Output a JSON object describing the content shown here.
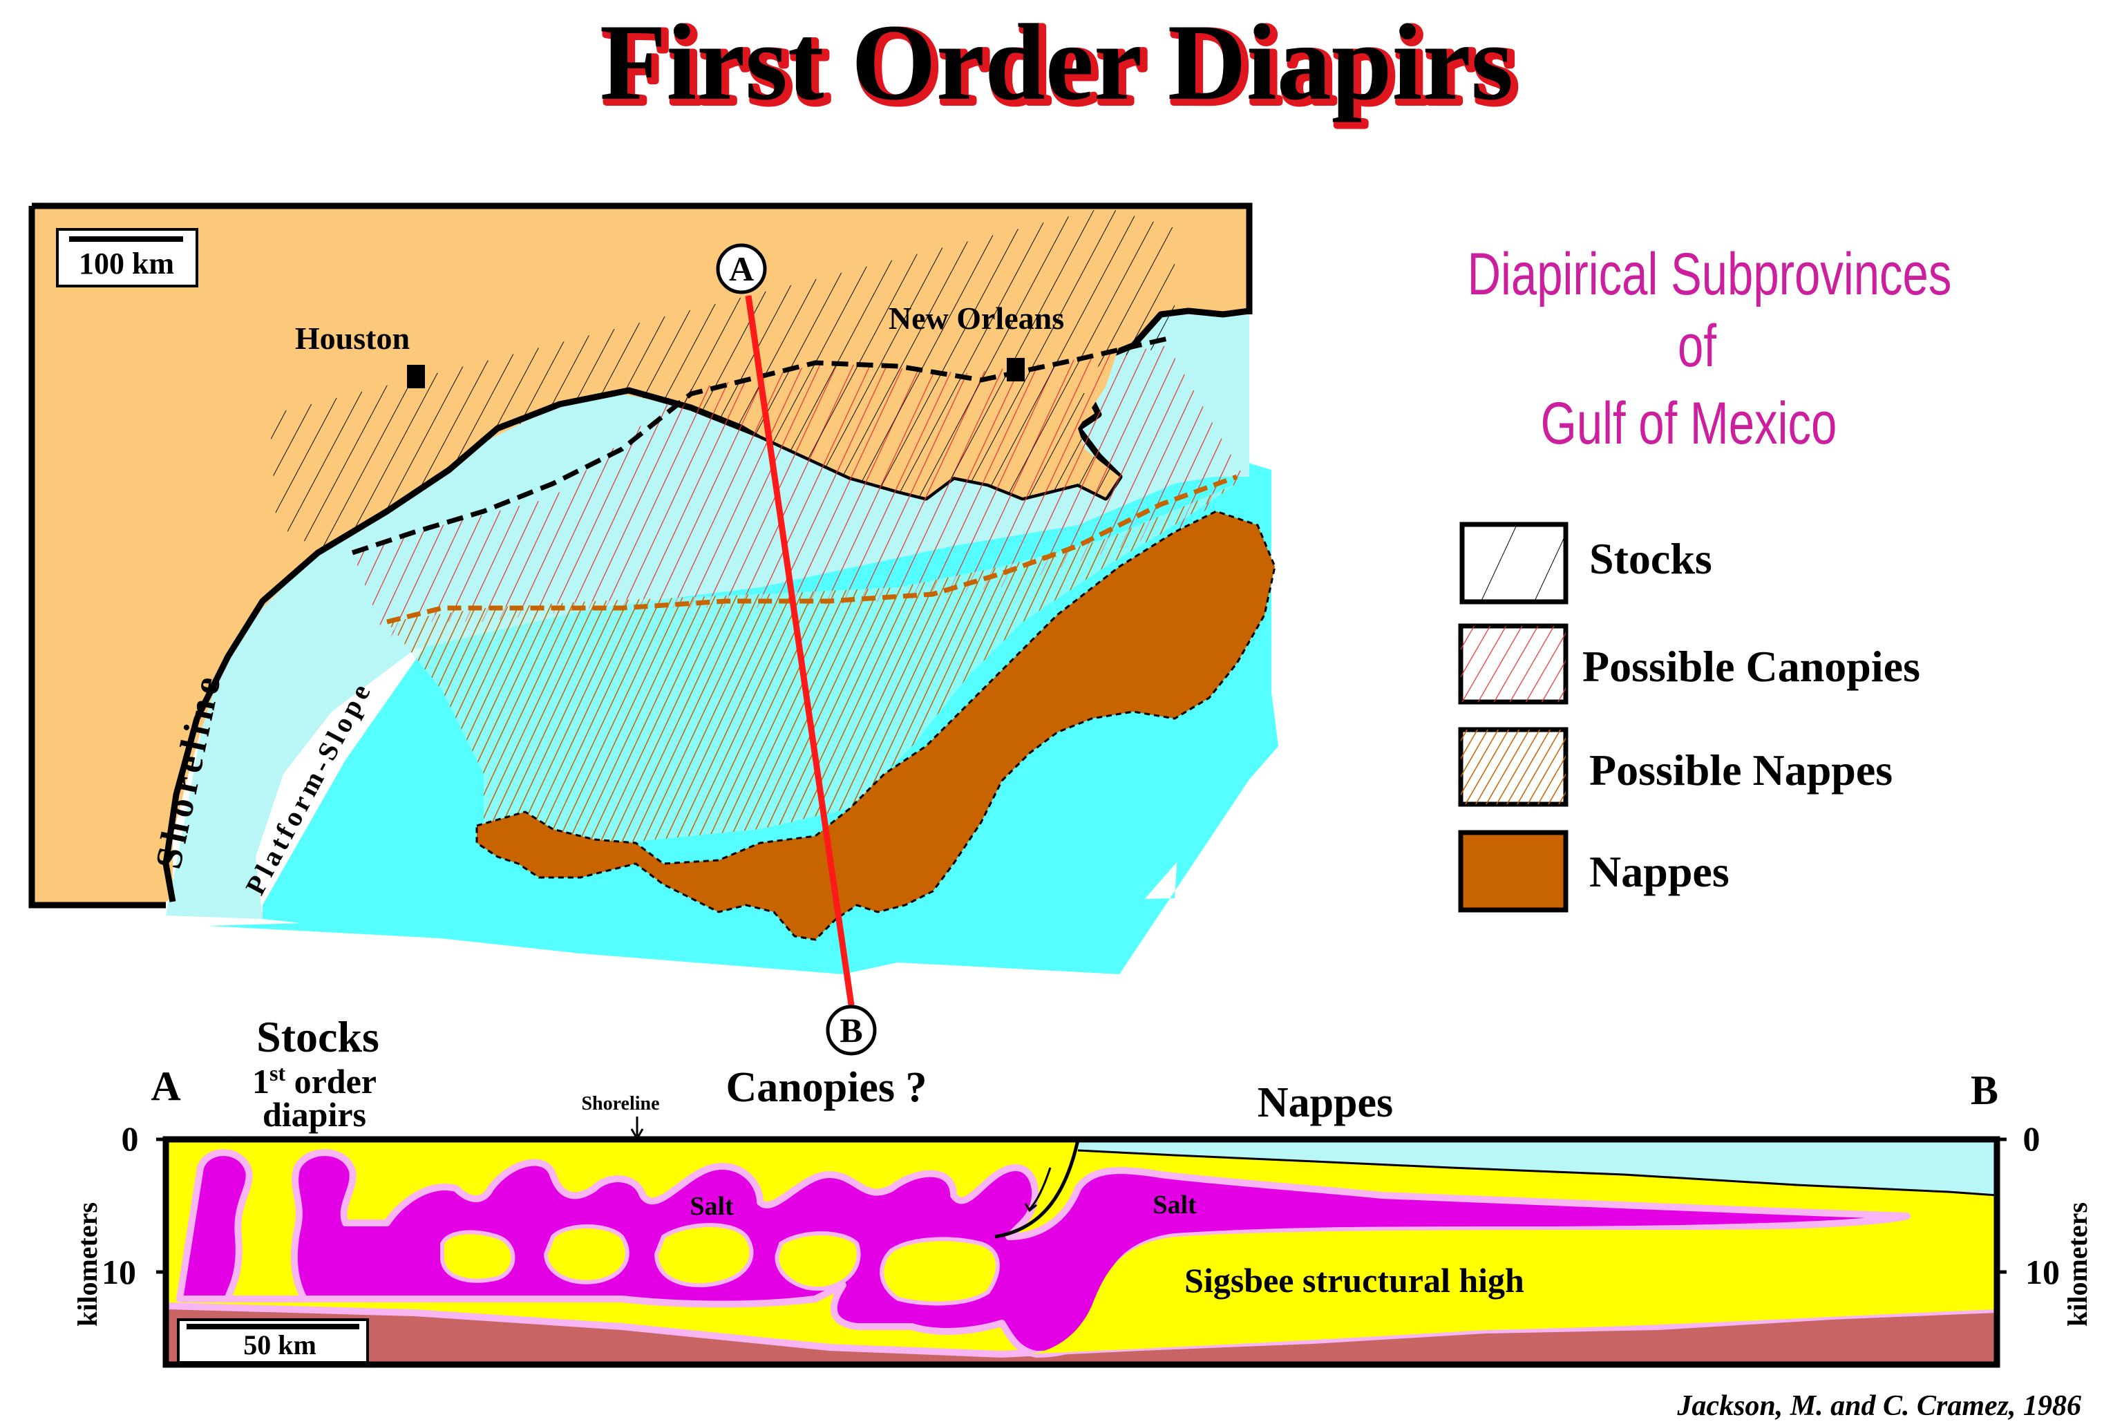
{
  "title": "First Order Diapirs",
  "map": {
    "scale_label": "100 km",
    "city_houston": "Houston",
    "city_new_orleans": "New Orleans",
    "point_a": "A",
    "point_b": "B",
    "shoreline_label": "Shoreline",
    "platform_slope_label": "Platform-Slope"
  },
  "legend": {
    "title_line1": "Diapirical Subprovinces",
    "title_line2": "of",
    "title_line3": "Gulf of Mexico",
    "items": [
      {
        "label": "Stocks",
        "pattern": "stocks-hatch"
      },
      {
        "label": "Possible Canopies",
        "pattern": "canopy-hatch"
      },
      {
        "label": "Possible Nappes",
        "pattern": "nappe-hatch"
      },
      {
        "label": "Nappes",
        "pattern": "nappe-fill"
      }
    ]
  },
  "section": {
    "label_a": "A",
    "label_b": "B",
    "stocks_label": "Stocks",
    "first_order_1": "1",
    "first_order_sup": "st",
    "first_order_2": " order",
    "diapirs_label": "diapirs",
    "shoreline_label": "Shoreline",
    "canopies_label": "Canopies ?",
    "nappes_label": "Nappes",
    "salt_label_1": "Salt",
    "salt_label_2": "Salt",
    "sigsbee_label": "Sigsbee structural high",
    "scale_label": "50 km",
    "axis_left_0": "0",
    "axis_left_10": "10",
    "axis_right_0": "0",
    "axis_right_10": "10",
    "axis_unit_left": "kilometers",
    "axis_unit_right": "kilometers"
  },
  "citation": "Jackson, M. and C. Cramez, 1986",
  "colors": {
    "title_red": "#e0161f",
    "magenta_title": "#cc1f9e",
    "land": "#fcc97a",
    "shelf": "#b8f7f6",
    "deep": "#55ffff",
    "nappe": "#c86400",
    "canopy_red": "#e83535",
    "salt": "#e400e4",
    "yellow": "#ffff00",
    "basement": "#c86464",
    "halo": "#f7b5f3"
  }
}
